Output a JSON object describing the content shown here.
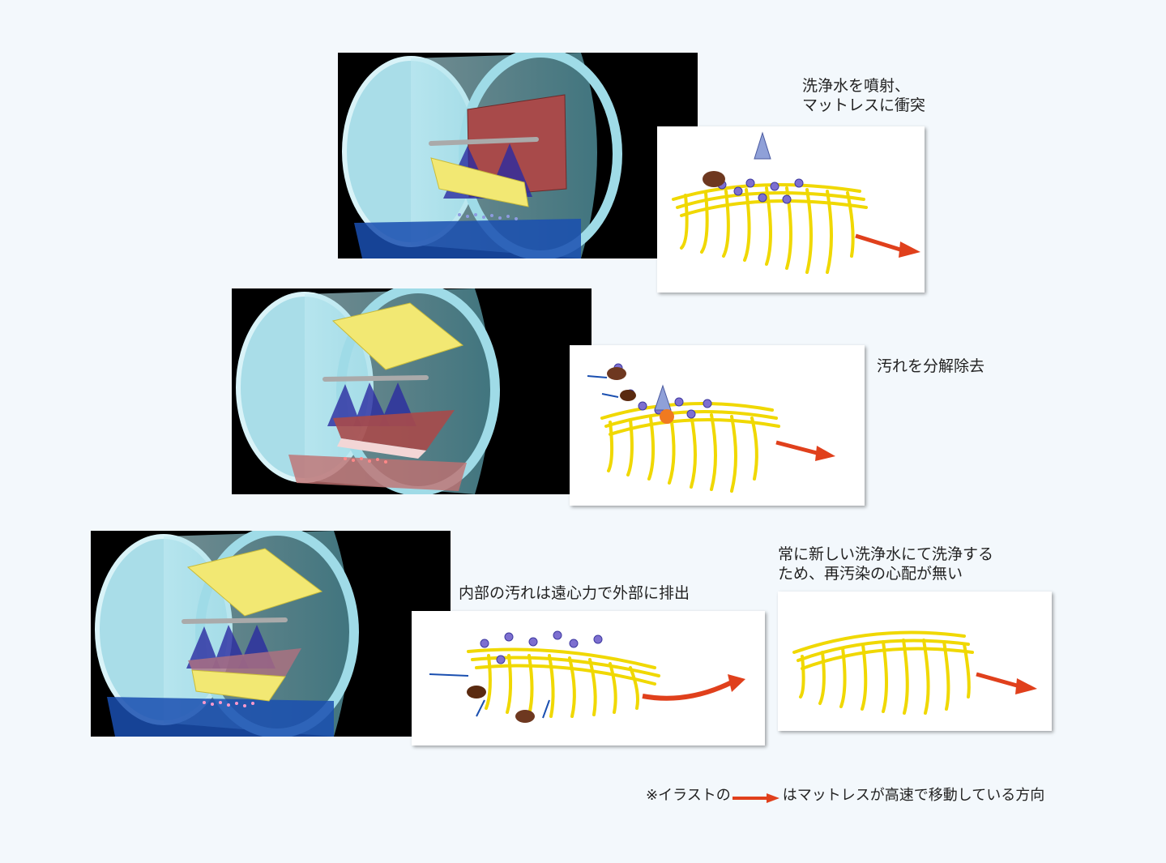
{
  "steps": [
    {
      "caption": "洗浄水を噴射、\nマットレスに衝突"
    },
    {
      "caption": "汚れを分解除去"
    },
    {
      "caption": "内部の汚れは遠心力で外部に排出"
    },
    {
      "caption": "常に新しい洗浄水にて洗浄する\nため、再汚染の心配が無い"
    }
  ],
  "footnote": {
    "prefix": "※イラストの",
    "suffix": "はマットレスが高速で移動している方向"
  },
  "colors": {
    "drum": "#8fd3e0",
    "mattress_yellow": "#f2e873",
    "mattress_red": "#a84a4a",
    "fiber": "#f0d800",
    "arrow": "#e0401c",
    "spray": "#2a2aa0"
  }
}
